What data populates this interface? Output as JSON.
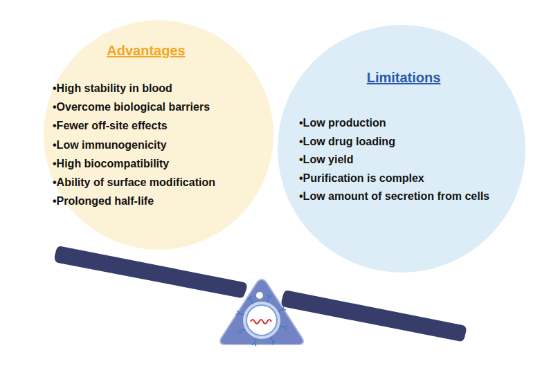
{
  "diagram": {
    "nodes": [
      {
        "text": [
          "Advantages",
          "•High stability in blood",
          "•Overcome biological barriers",
          "•Fewer off-site effects",
          "•Low immunogenicity",
          "•High biocompatibility",
          "•Ability of surface modification",
          "•Prolonged half-life"
        ]
      },
      {
        "text": [
          "Limitations",
          "•Low production",
          "•Low drug loading",
          "•Low yield",
          "•Purification is complex",
          "•Low amount of secretion from cells"
        ]
      }
    ]
  }
}
